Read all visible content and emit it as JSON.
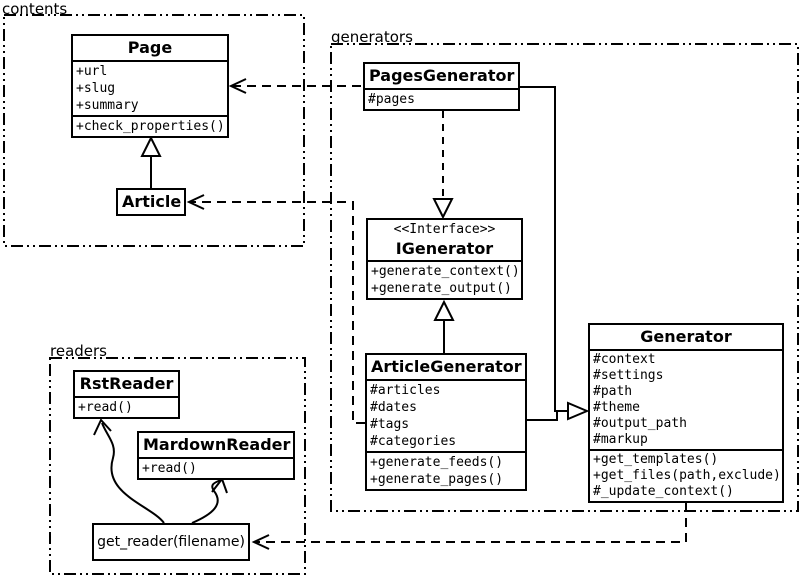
{
  "diagram": {
    "packages": {
      "contents": "contents",
      "generators": "generators",
      "readers": "readers"
    },
    "classes": {
      "page": {
        "name": "Page",
        "attrs": [
          "+url",
          "+slug",
          "+summary"
        ],
        "methods": [
          "+check_properties()"
        ]
      },
      "article": {
        "name": "Article"
      },
      "pages_generator": {
        "name": "PagesGenerator",
        "attrs": [
          "#pages"
        ]
      },
      "igenerator": {
        "stereotype": "<<Interface>>",
        "name": "IGenerator",
        "methods": [
          "+generate_context()",
          "+generate_output()"
        ]
      },
      "article_generator": {
        "name": "ArticleGenerator",
        "attrs": [
          "#articles",
          "#dates",
          "#tags",
          "#categories"
        ],
        "methods": [
          "+generate_feeds()",
          "+generate_pages()"
        ]
      },
      "generator": {
        "name": "Generator",
        "attrs": [
          "#context",
          "#settings",
          "#path",
          "#theme",
          "#output_path",
          "#markup"
        ],
        "methods": [
          "+get_templates()",
          "+get_files(path,exclude)",
          "#_update_context()"
        ]
      },
      "rst_reader": {
        "name": "RstReader",
        "methods": [
          "+read()"
        ]
      },
      "mardown_reader": {
        "name": "MardownReader",
        "methods": [
          "+read()"
        ]
      },
      "get_reader": {
        "label": "get_reader(filename)"
      }
    },
    "colors": {
      "line": "#000000",
      "background": "#ffffff",
      "box_fill": "#ffffff"
    }
  }
}
